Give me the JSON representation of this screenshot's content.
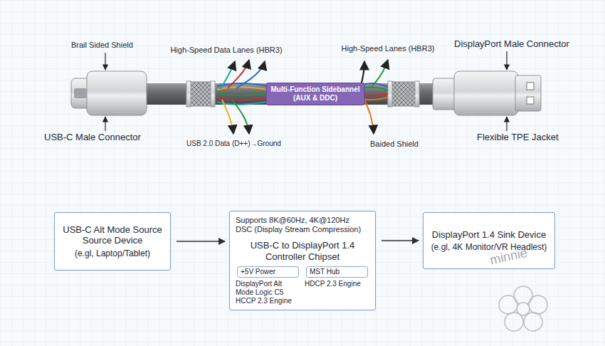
{
  "diagram": {
    "nodes": [
      {
        "text": [
          "Multi-Function Sidebannel",
          "(AUX & DDC)"
        ]
      },
      {
        "text": [
          "USB-C Alt Mode Source Source Device",
          "(e.gl, Laptop/Tablet)"
        ]
      },
      {
        "text": [
          "Supports 8K@60Hz, 4K@120Hz",
          "DSC (Display Stream Compression)",
          "USB-C to DisplayPort 1.4 Controller Chipset",
          "DisplayPort Alt Mode Logic C5",
          "HCCP 2.3 Engine",
          "HDCP 2.3 Engine"
        ]
      },
      {
        "text": [
          "+5V Power"
        ],
        "in": 2
      },
      {
        "text": [
          "MST Hub"
        ],
        "in": 2
      },
      {
        "text": [
          "DisplayPort 1.4 Sink Device",
          "(e.gl, 4K Monitor/VR Headlest)"
        ]
      }
    ],
    "edges": [
      {
        "from": 1,
        "to": 2,
        "arrow": "to"
      },
      {
        "from": 2,
        "to": 5,
        "arrow": "to"
      }
    ],
    "labels": [
      "Brail Sided Shield",
      "High-Speed Data Lanes (HBR3)",
      "High-Speed Lanes (HBR3)",
      "DisplayPort Male Connector",
      "USB-C Male Connector",
      "USB 2.0 Data (D++)→Ground",
      "Baided Shield",
      "Flexible TPE Jacket",
      "minnie"
    ]
  }
}
